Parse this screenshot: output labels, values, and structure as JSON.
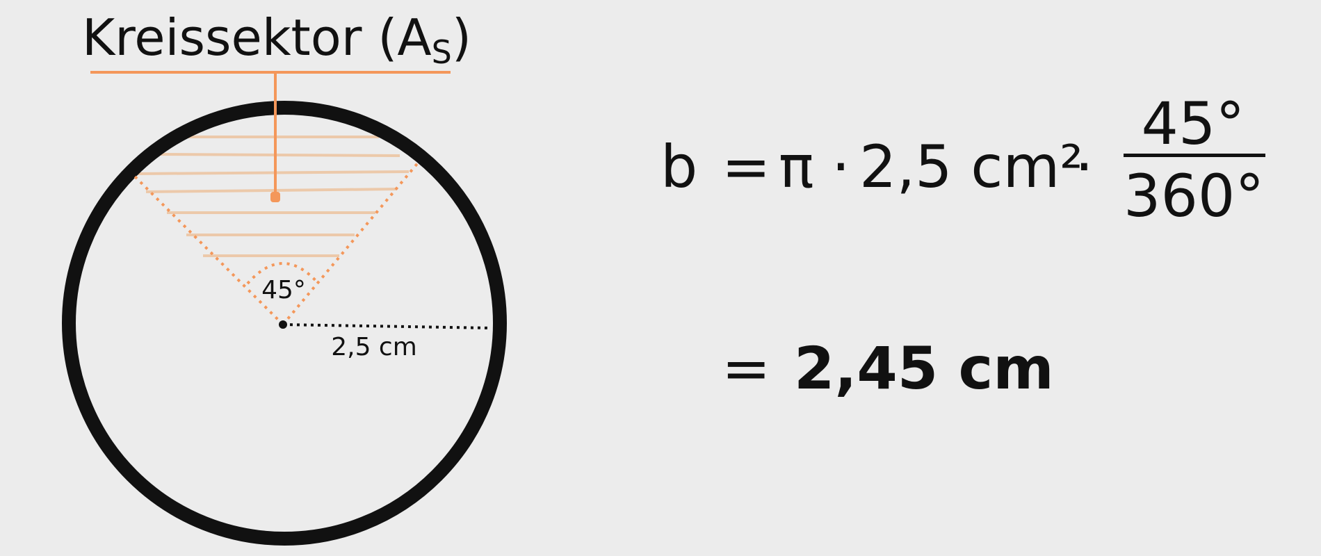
{
  "title": {
    "main": "Kreissektor (A",
    "sub": "S",
    "close": ")"
  },
  "diagram": {
    "angle_label": "45°",
    "radius_label": "2,5 cm",
    "colors": {
      "accent": "#f4975a",
      "hatch": "#ecc9aa",
      "stroke": "#111111",
      "background": "#ececec"
    }
  },
  "formula": {
    "lhs": "b",
    "eq1": "=",
    "pi": "π",
    "dot1": "·",
    "term": "2,5 cm²",
    "dot2": "·",
    "numerator": "45°",
    "denominator": "360°",
    "eq2": "=",
    "result": "2,45 cm"
  }
}
